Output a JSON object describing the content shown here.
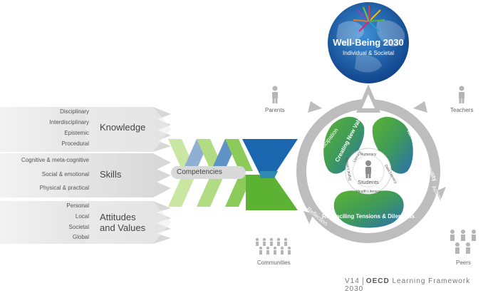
{
  "goal": {
    "title": "Well-Being 2030",
    "subtitle": "Individual & Societal"
  },
  "knowledge": {
    "heading": "Knowledge",
    "items": [
      "Disciplinary",
      "Interdisciplinary",
      "Epistemic",
      "Procedural"
    ]
  },
  "skills": {
    "heading": "Skills",
    "items": [
      "Cognitive & meta-cognitive",
      "Social & emotional",
      "Physical & practical"
    ]
  },
  "attitudes": {
    "heading_line1": "Attitudes",
    "heading_line2": "and Values",
    "items": [
      "Personal",
      "Local",
      "Societal",
      "Global"
    ]
  },
  "competencies_label": "Competencies",
  "compass": {
    "cycle": [
      "Anticipation",
      "Action",
      "Reflection"
    ],
    "petals": [
      "Creating New Value",
      "Taking Responsibility",
      "Reconciling Tensions & Dilemmas"
    ],
    "center": "Students",
    "literacies": [
      "Numeracy",
      "Data Literacy",
      "Health Literacy",
      "Literacy",
      "Digital Literacy"
    ]
  },
  "actors": {
    "parents": "Parents",
    "teachers": "Teachers",
    "communities": "Communities",
    "peers": "Peers"
  },
  "footer": {
    "version": "V14",
    "brand": "OECD",
    "title": "Learning Framework 2030"
  },
  "colors": {
    "blue": "#1a67b0",
    "green": "#5cb333",
    "lightgreen": "#c9e6a3",
    "grey": "#bfbfbf",
    "darkgrey": "#a7a7a7"
  }
}
